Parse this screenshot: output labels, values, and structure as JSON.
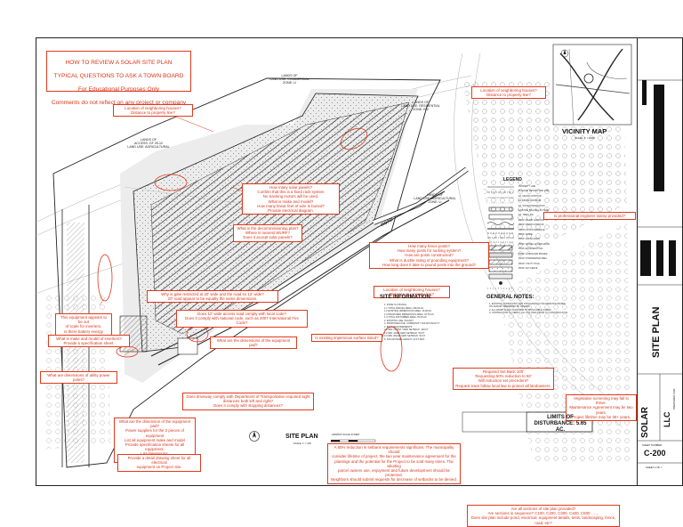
{
  "header": {
    "lines": [
      "HOW TO REVIEW A SOLAR SITE PLAN",
      "TYPICAL QUESTIONS TO ASK A TOWN BOARD",
      "For Educational Purposes Only",
      "Comments do not reflect on any project or company"
    ]
  },
  "notes": {
    "n_neigh1": "Location of neighboring houses?\nDistance to property line?",
    "n_neigh2": "Location of neighboring houses?\nDistance to property line?",
    "n_neigh3": "Location of neighboring houses?\nDistance to property line?",
    "n_panels": "How many solar panels?\nConfirm that this is a fixed rack system\nNo tracking motors will be used.\nWhat is make and model?\nHow many linear feet of wire is buried?\nProvide electrical diagram.",
    "n_decom": "What is the decommissioning plan?\nWhere is nearest WURF?\nDoes it accept solar panels?",
    "n_posts": "How many fence posts?\nHow many posts for racking system?\nHow are posts constructed?\nWhat is ductile rating of pounding equipment?\nHow long does it take to pound posts into the ground?",
    "n_battery": "This equipment appears to be out\nof scale for inverters.\nIs there battery energy storage?",
    "n_gate": "Why is gate restricted at 20' wide and the road so 12' wide?\n20' road appear to be equally the same dimensions.",
    "n_fire": "Does 12' wide access road comply with local code?\nDoes it comply with national code, such as 2007 International Fire Code?",
    "n_inverter": "What is make and model of inverters?\nProvide a specification sheet.",
    "n_pad": "What are the dimensions of the equipment pad?",
    "n_utility": "What are dimensions of utility power poles?",
    "n_surface": "Is existing impervious surface listed?",
    "n_driveway": "Does driveway comply with Department of Transportation required sight\ndistances both left and right?\nDoes it comply with stopping distances?",
    "n_equip": "What are the dimension of the equipment pad?\nPower supplies for the 2 pieces of equipment\nList all equipment make and model\nProvide specification sheets for all equipment.\nList dimensions.\nList decibel rating.",
    "n_drawing": "Provide a detail drawing sheet for all electrical\nequipment on Project site.",
    "n_setback": "A 50% reduction in setback requirements significant. The municipality should\nconsider lifetime of project, the two year maintenance agreement for the\nplantings and the potential for the Project to be sold many times. The abutting\nparcel owners use, enjoyment and future development should be protected.\nNeighbors should submit requests for decrease of setbacks to be denied.",
    "n_required": "Required Set Back 100'\nRequesting 50% reduction to 50'\nWill reduction set precedent?\nRequest town follow local law to protect all landowners.",
    "n_engineer": "Is professional engineer stamp provided?",
    "n_vegetation": "Vegetative screening may fail to thrive.\nMaintenance Agreement may be two years.\nProject lifetime may be 30+ years.",
    "n_sections": "Are all sections of site plan provided?\nAre sections in sequence? C100, C200, C300, C400, C500 ……\nDoes site plan include pond, electrical, equipment details, tests, landscaping, fence, road, etc?"
  },
  "site_info": {
    "title": "SITE INFORMATION:",
    "rows": [
      "1.   ZONE: R-2 RURAL",
      "1.1   TOTAL PARCEL AREA:            ±28.25 AC.",
      "1.2   EXISTING IMPERVIOUS AREA:     ±0.28 AC.",
      "1.3   PROPOSED IMPERVIOUS AREA:     ±0.79 AC.",
      "1.4   TOTAL DISTURBED AREA:         ±5.65 AC.",
      "2.   EXISTING USE:                   VACANT",
      "3.   PROPOSED USE:                   COMMUNITY SOLAR FACILITY",
      "4.   BULK REQUIREMENTS:",
      "4.1   MIN. FRONT YARD SETBACK:   100 FT",
      "4.2   MIN. SIDE YARD SETBACK:     50 FT",
      "4.3   MIN. REAR YARD SETBACK:     50 FT",
      "5.   SOLAR PANEL HEIGHT:           10 FT MAX"
    ]
  },
  "general_notes": {
    "title": "GENERAL NOTES:",
    "rows": [
      "1. EXISTING CONDITIONS AND TOPOGRAPHIC INFORMATION BASED",
      "   ON SURVEY PREPARED BY OTHERS.",
      "2. ALL WORK SHALL CONFORM TO APPLICABLE CODES.",
      "3. CONTRACTOR TO VERIFY ALL UTILITIES PRIOR TO CONSTRUCTION."
    ]
  },
  "labels": {
    "vicinity": "VICINITY MAP",
    "vicinity_scale": "SCALE: 1\" = 2000'",
    "legend": "LEGEND",
    "site_plan": "SITE PLAN",
    "site_plan_scale": "SCALE: 1\" = 100'",
    "graphic_scale": "GRAPHIC SCALE IN FEET",
    "limits_label": "LIMITS OF\nDISTURBANCE: 5.65 AC.",
    "road": "ROAD",
    "lands_a": "LANDS OF\nLAND USE: COMMERCIAL\nZONE: LI",
    "lands_b": "LANDS OF\nLAND USE: RESIDENTIAL\nZONE: R-2",
    "lands_c": "LANDS OF\nLAND USE: AGRICULTURAL\nZONE: LI",
    "lands_d": "LANDS OF\nACCESS: OF 25-12\nLAND USE: AGRICULTURAL",
    "tb_site_plan": "SITE PLAN",
    "tb_solar": "SOLAR",
    "tb_llc": "LLC",
    "tb_prepared": "PREPARED FOR",
    "tb_sheet": "SHEET NUMBER",
    "tb_number": "C-200",
    "tb_sheetof": "SHEET 2 OF 7"
  },
  "legend_items": [
    "PROPERTY LINE",
    "BUILDING RESTRICTION LINE",
    "EX. MAJOR CONTOUR",
    "EX. MINOR CONTOUR",
    "EX. WOODS/VEGETATION",
    "EXISTING BUILDING OUTLINE",
    "EX. TREE LINE",
    "PROP. MAJOR CONTOUR",
    "PROP. MINOR CONTOUR",
    "LIMITS OF DISTURBANCE",
    "PROP. FENCE",
    "PROP. SOLAR ARRAY",
    "PROP. GRAVEL ACCESS ROAD",
    "PROP. EQUIPMENT PAD",
    "PROP. LANDSCAPE BUFFER",
    "PROP. STORMWATER AREA",
    "PROP. UTILITY POLE",
    "PROP. SILT FENCE"
  ],
  "colors": {
    "annotation": "#e03a1c",
    "linework": "#222222"
  }
}
